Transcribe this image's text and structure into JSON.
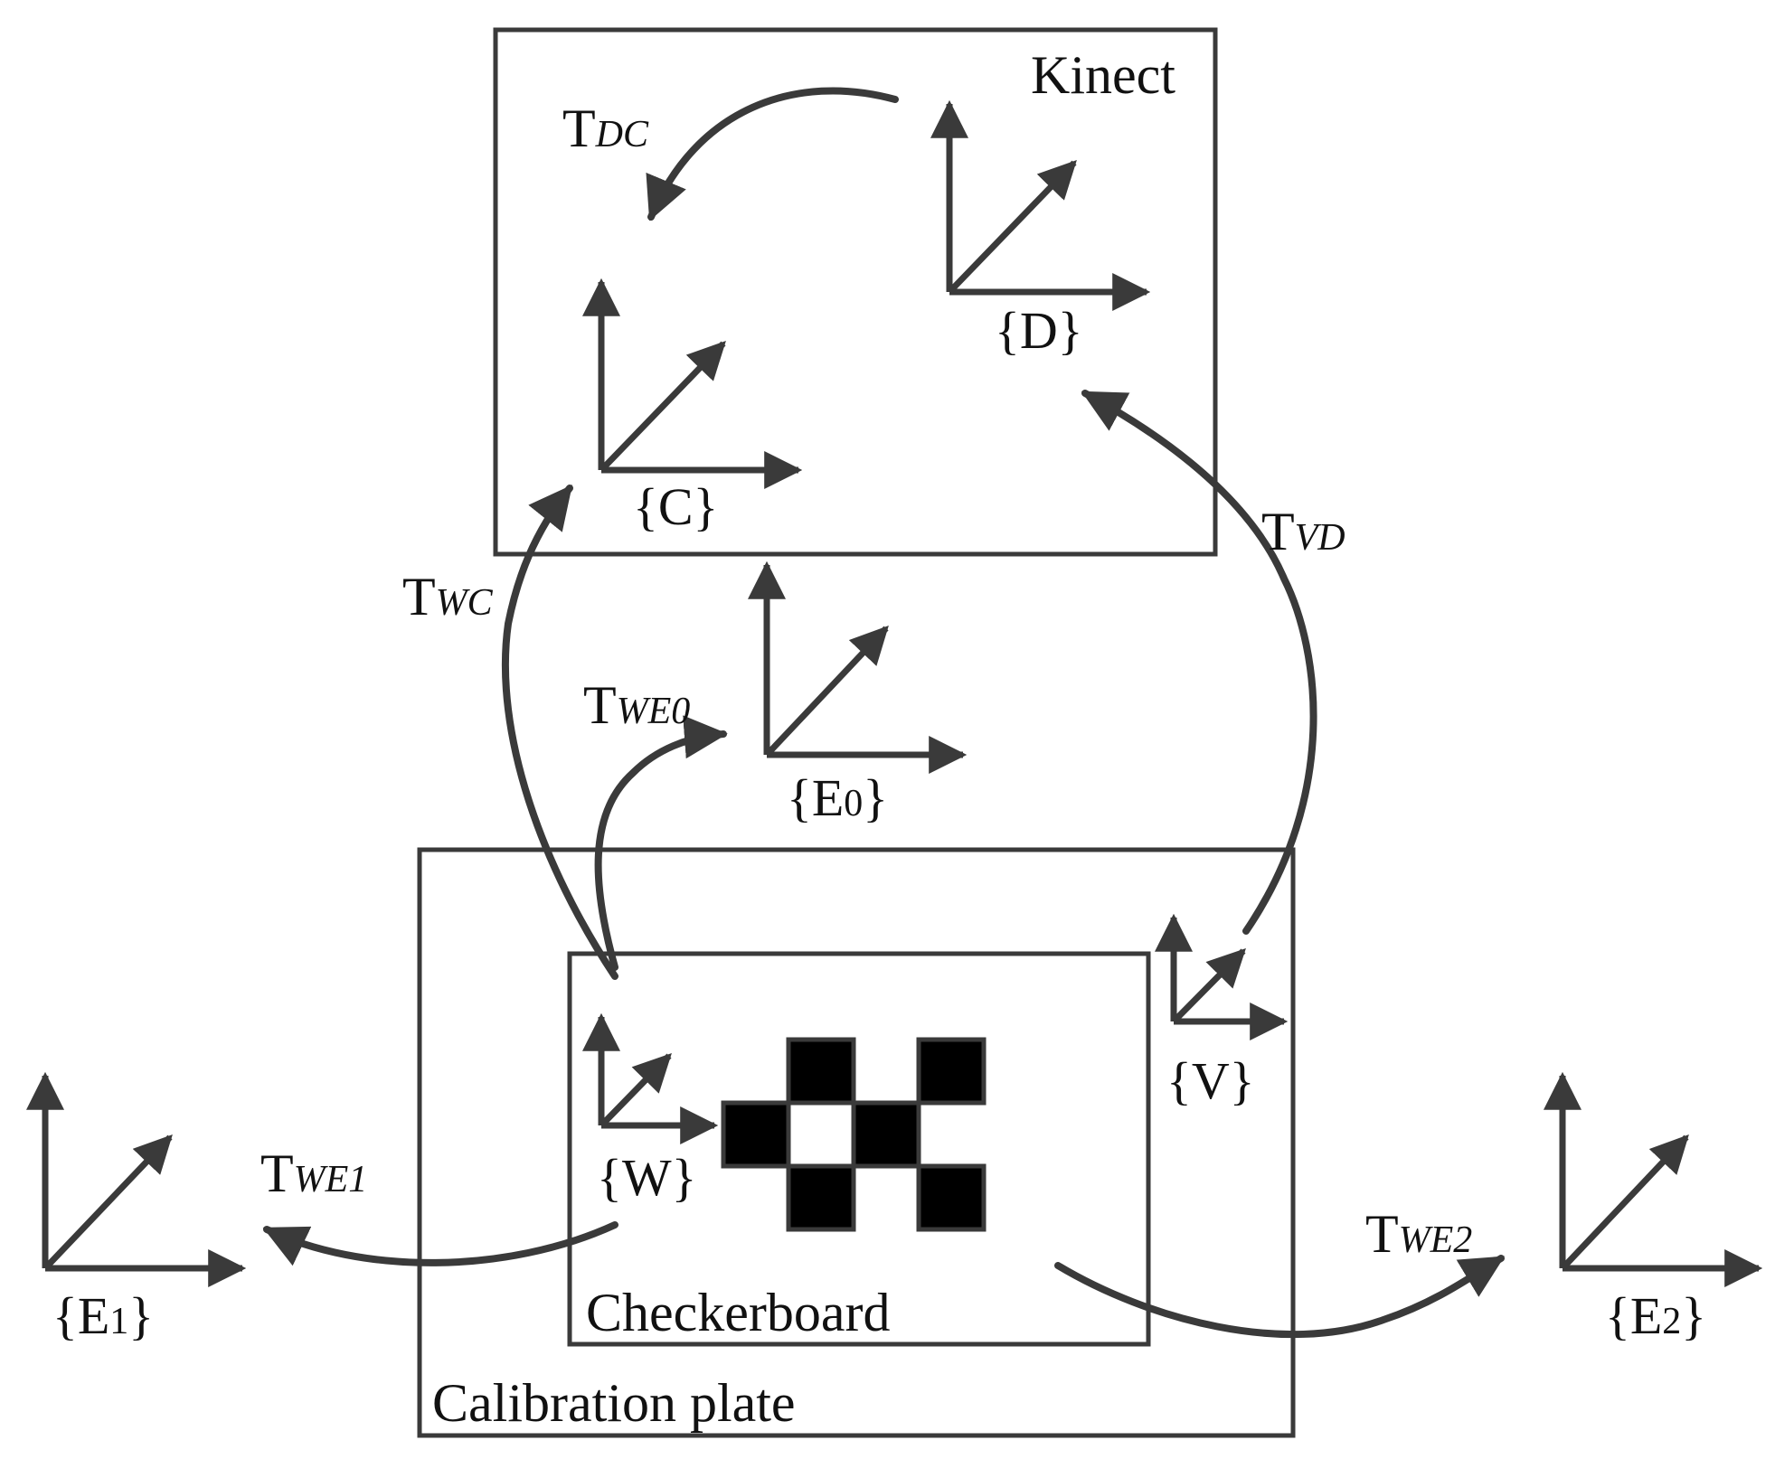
{
  "boxes": {
    "kinect": "Kinect",
    "checkerboard": "Checkerboard",
    "calibration_plate": "Calibration plate"
  },
  "frames": {
    "D": {
      "label": "{D}"
    },
    "C": {
      "label": "{C}"
    },
    "E0": {
      "open": "{E",
      "sub": "0",
      "close": "}"
    },
    "V": {
      "label": "{V}"
    },
    "W": {
      "label": "{W}"
    },
    "E1": {
      "open": "{E",
      "sub": "1",
      "close": "}"
    },
    "E2": {
      "open": "{E",
      "sub": "2",
      "close": "}"
    }
  },
  "transforms": {
    "DC": {
      "main": "T",
      "sub": "DC"
    },
    "WC": {
      "main": "T",
      "sub": "WC"
    },
    "VD": {
      "main": "T",
      "sub": "VD"
    },
    "WE0": {
      "main": "T",
      "sub": "WE0"
    },
    "WE1": {
      "main": "T",
      "sub": "WE1"
    },
    "WE2": {
      "main": "T",
      "sub": "WE2"
    }
  },
  "colors": {
    "stroke": "#3a3a3a",
    "square": "#000000"
  }
}
